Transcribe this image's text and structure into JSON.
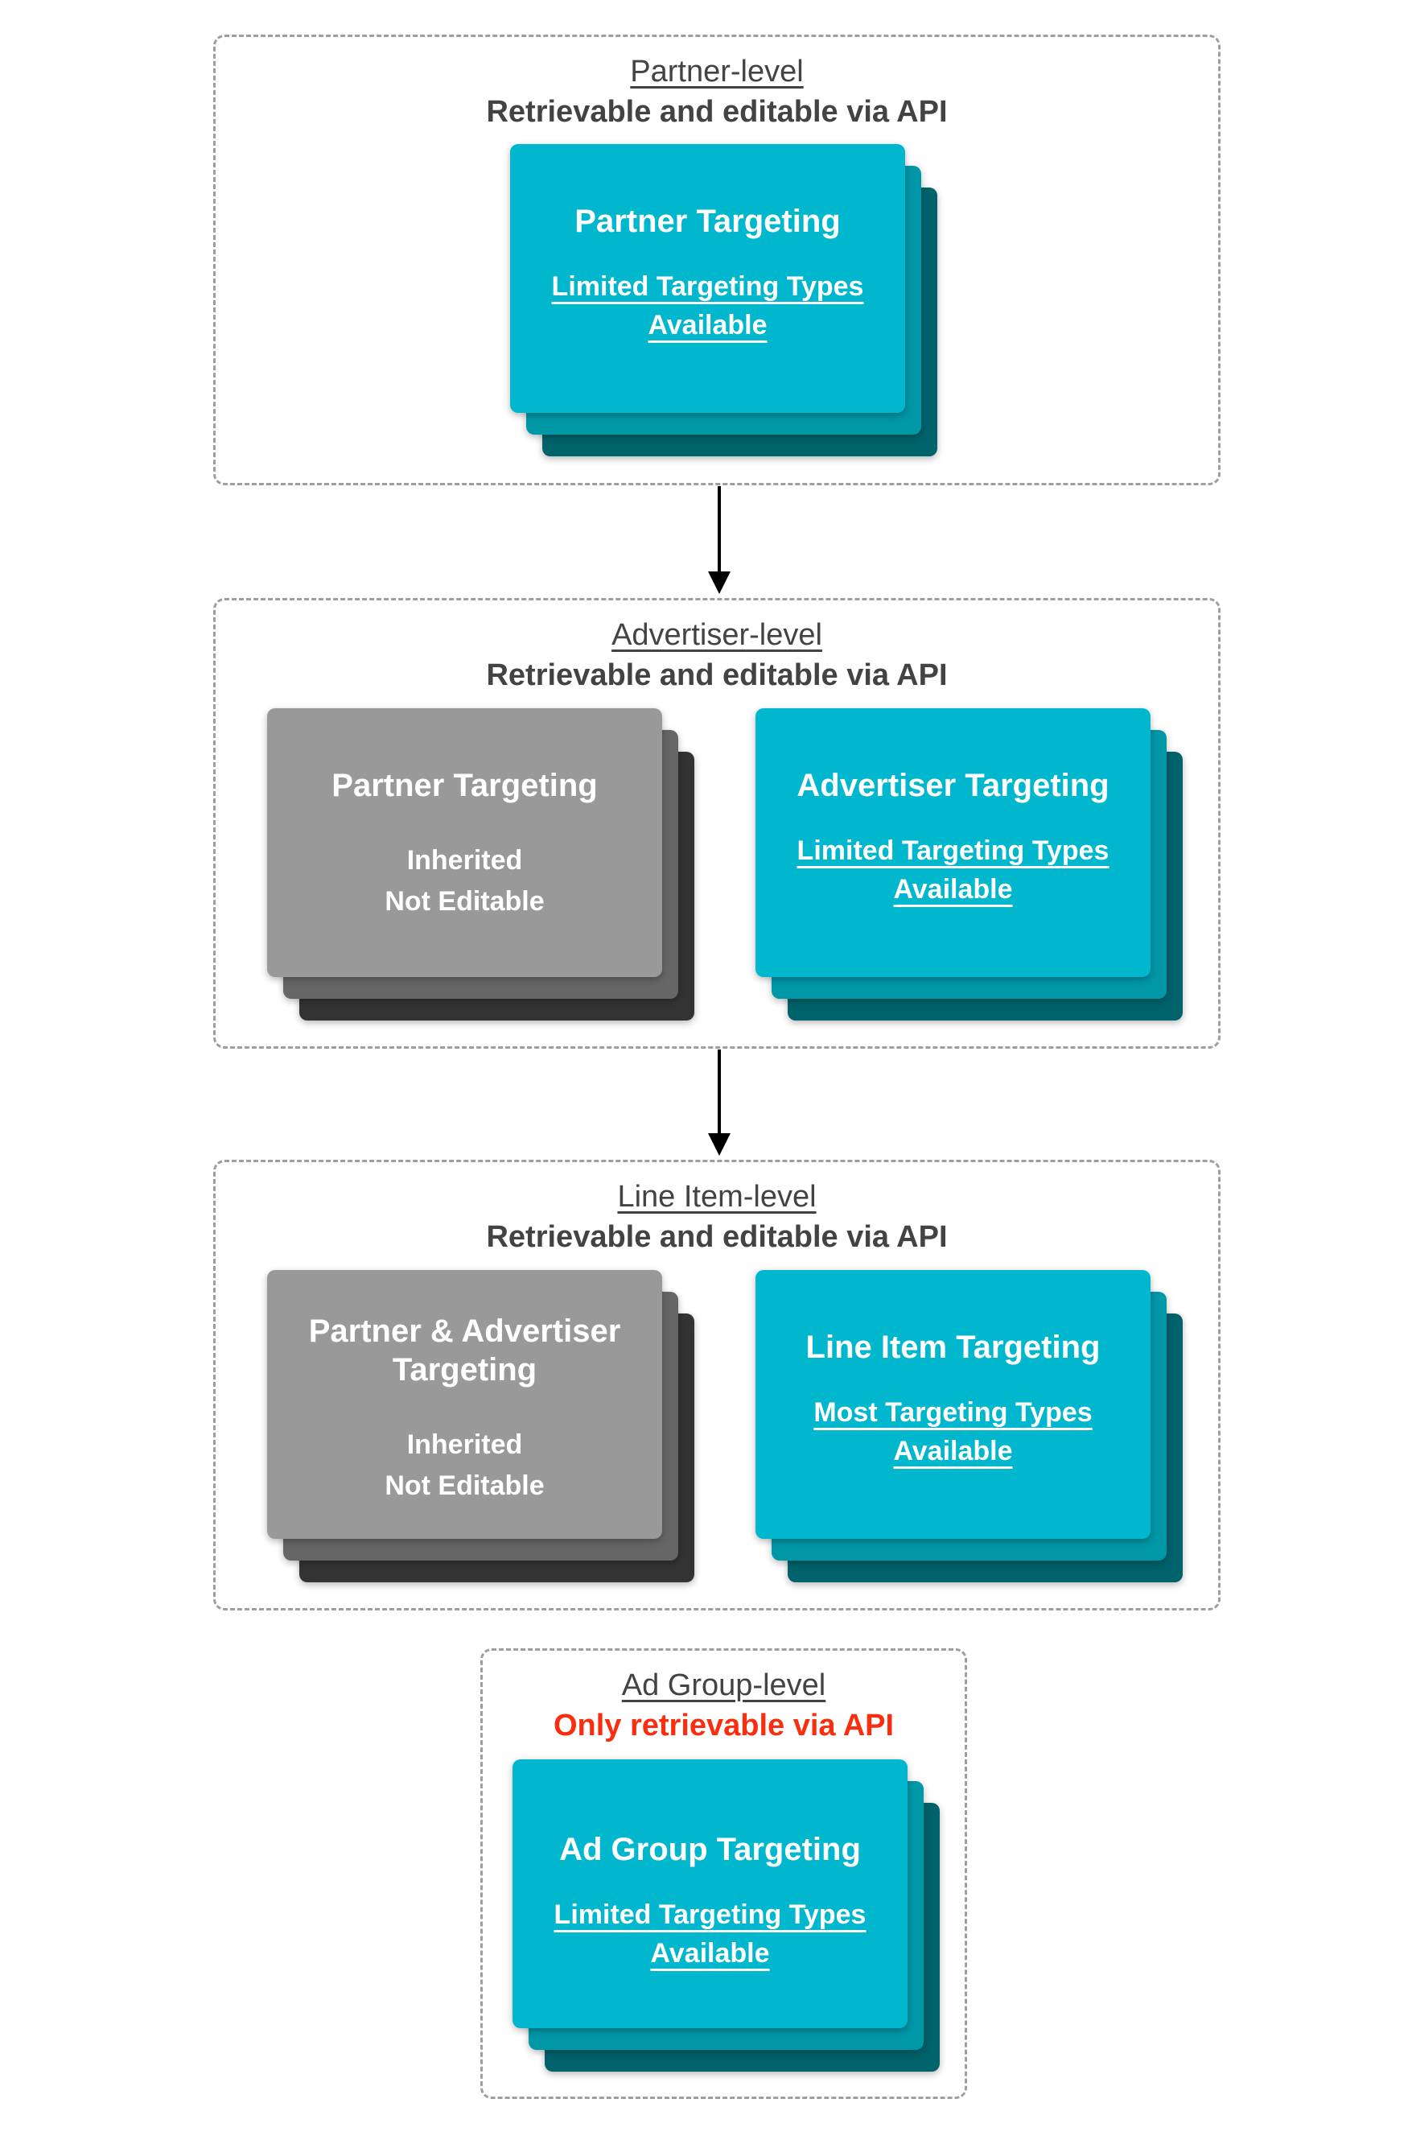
{
  "palette": {
    "teal_main": "#00b7cd",
    "teal_layer2": "#0097a7",
    "teal_layer3": "#00626b",
    "gray_main": "#999999",
    "gray_layer2": "#666666",
    "gray_layer3": "#333333",
    "heading": "#434343",
    "red": "#fa2d0f",
    "border": "#9e9e9e",
    "arrow": "#000000",
    "card_text": "#ffffff"
  },
  "icons": {
    "down_arrow": "css-triangle-down"
  },
  "sections": [
    {
      "title": "Partner-level",
      "subtitle": "Retrievable and editable via API",
      "cards": [
        {
          "style": "teal",
          "title": "Partner Targeting",
          "lines": [
            "Limited Targeting Types",
            "Available"
          ],
          "underline": true
        }
      ]
    },
    {
      "title": "Advertiser-level",
      "subtitle": "Retrievable and editable via API",
      "cards": [
        {
          "style": "gray",
          "title": "Partner Targeting",
          "lines": [
            "Inherited",
            "Not Editable"
          ],
          "underline": false
        },
        {
          "style": "teal",
          "title": "Advertiser Targeting",
          "lines": [
            "Limited Targeting Types",
            "Available"
          ],
          "underline": true
        }
      ]
    },
    {
      "title": "Line Item-level",
      "subtitle": "Retrievable and editable via API",
      "cards": [
        {
          "style": "gray",
          "title": "Partner & Advertiser Targeting",
          "lines": [
            "Inherited",
            "Not Editable"
          ],
          "underline": false
        },
        {
          "style": "teal",
          "title": "Line Item Targeting",
          "lines": [
            "Most Targeting Types",
            "Available"
          ],
          "underline": true
        }
      ]
    },
    {
      "title": "Ad Group-level",
      "subtitle": "Only retrievable via API",
      "cards": [
        {
          "style": "teal",
          "title": "Ad Group Targeting",
          "lines": [
            "Limited Targeting Types",
            "Available"
          ],
          "underline": true
        }
      ]
    }
  ]
}
